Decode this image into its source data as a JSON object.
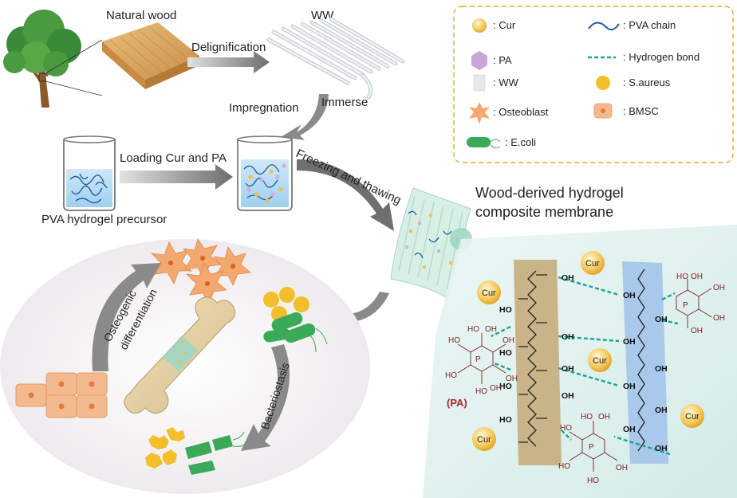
{
  "labels": {
    "natural_wood": "Natural wood",
    "ww": "WW",
    "delignification": "Delignification",
    "impregnation": "Impregnation",
    "immerse": "Immerse",
    "loading": "Loading Cur and PA",
    "pva_precursor": "PVA hydrogel precursor",
    "freezing": "Freezing and thawing",
    "membrane_line1": "Wood-derived hydrogel",
    "membrane_line2": "composite membrane",
    "osteogenic_line1": "Osteogenic",
    "osteogenic_line2": "differentiation",
    "bacteriostasis": "Bacteriostasis",
    "pa": "(PA)",
    "cur": "Cur",
    "oh": "OH",
    "ho": "HO"
  },
  "legend": {
    "cur": ": Cur",
    "pa": ": PA",
    "ww": ": WW",
    "osteoblast": ": Osteoblast",
    "ecoli": ": E.coli",
    "pva_chain": ": PVA chain",
    "hbond": ": Hydrogen bond",
    "saureus": ": S.aureus",
    "bmsc": ": BMSC"
  },
  "colors": {
    "cur": "#f2c04a",
    "pa": "#c9a6d6",
    "ww": "#e6e8ea",
    "osteoblast": "#f2a86f",
    "ecoli": "#3aaa58",
    "pva_chain": "#1f5c9e",
    "hbond": "#1aa39a",
    "saureus": "#f2be2a",
    "bmsc": "#f3b98f",
    "cellulose_band": "#c9b487",
    "pva_band": "#a9c9ea"
  }
}
